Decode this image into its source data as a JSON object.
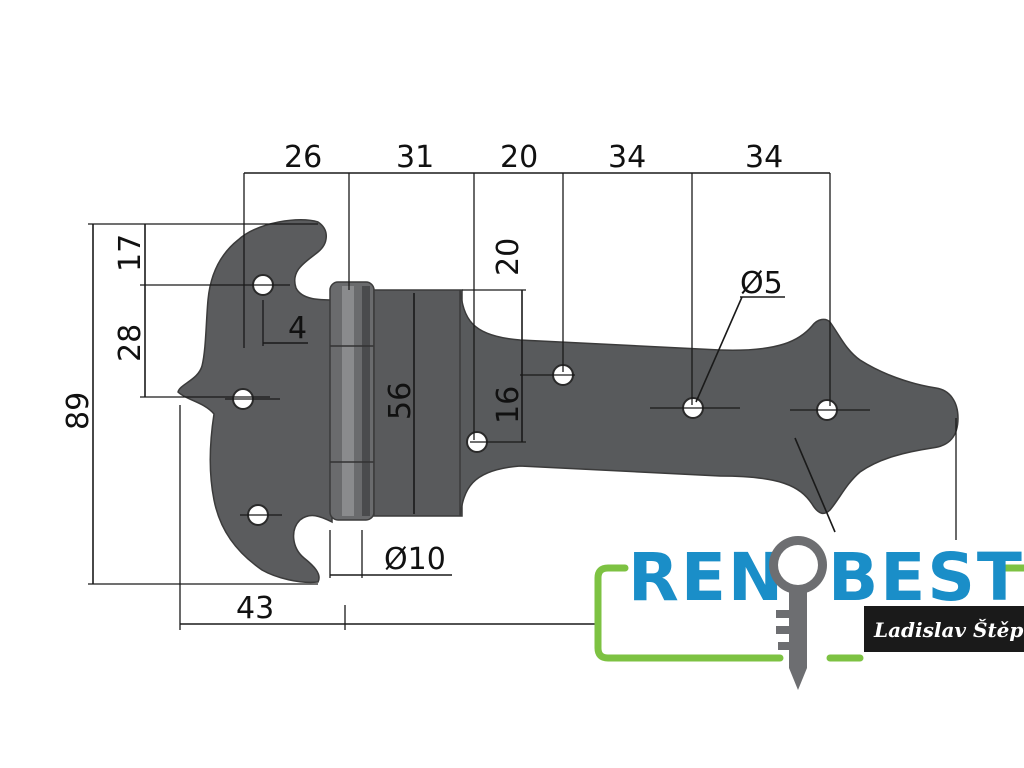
{
  "dimensions": {
    "top_26": "26",
    "top_31": "31",
    "top_20": "20",
    "top_34a": "34",
    "top_34b": "34",
    "left_17": "17",
    "left_28": "28",
    "left_89": "89",
    "inner_4": "4",
    "vert_20": "20",
    "vert_56": "56",
    "vert_16": "16",
    "hole_d5": "Ø5",
    "pin_d10": "Ø10",
    "bottom_43": "43"
  },
  "logo": {
    "name_left": "REN",
    "name_right": "BEST",
    "owner": "Ladislav Štěpán",
    "colors": {
      "blue": "#1a8ec8",
      "green": "#7dc242",
      "key": "#6d6e71",
      "plate": "#1a1a1a"
    }
  },
  "colors": {
    "hinge_fill": "#58595b",
    "hinge_edge": "#3b3b3b",
    "hole": "#ffffff",
    "lines": "#1a1a1a"
  }
}
